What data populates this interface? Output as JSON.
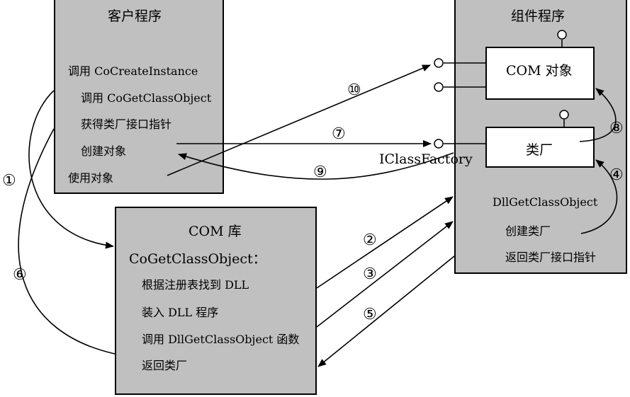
{
  "client": {
    "title": "客户程序",
    "lines": [
      "调用 CoCreateInstance",
      "调用 CoGetClassObject",
      "获得类厂接口指针",
      "创建对象",
      "使用对象"
    ]
  },
  "component": {
    "title": "组件程序",
    "com_object": "COM 对象",
    "class_factory": "类厂",
    "lines": [
      "DllGetClassObject",
      "创建类厂",
      "返回类厂接口指针"
    ]
  },
  "interface_label": "IClassFactory",
  "library": {
    "title": "COM 库",
    "subtitle": "CoGetClassObject：",
    "lines": [
      "根据注册表找到 DLL",
      "装入 DLL 程序",
      "调用 DllGetClassObject 函数",
      "返回类厂"
    ]
  },
  "steps": [
    "①",
    "②",
    "③",
    "④",
    "⑤",
    "⑥",
    "⑦",
    "⑧",
    "⑨",
    "⑩"
  ]
}
